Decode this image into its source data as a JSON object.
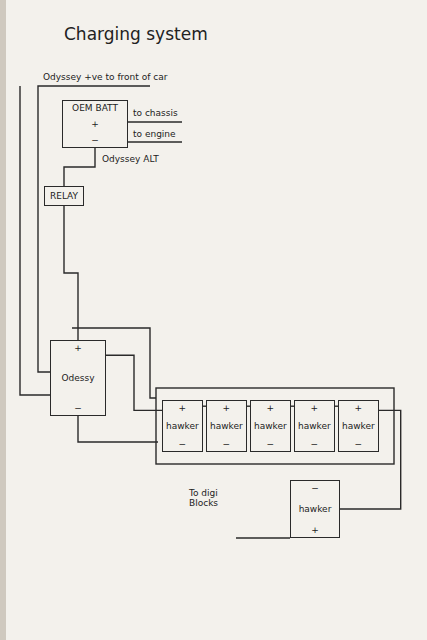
{
  "diagram": {
    "title": "Charging system",
    "nodes": [
      {
        "text": [
          "OEM BATT",
          "+",
          "−"
        ]
      },
      {
        "text": [
          "RELAY"
        ]
      },
      {
        "text": [
          "+",
          "Odessy",
          "−"
        ]
      },
      {
        "text": [
          "+",
          "hawker",
          "−"
        ]
      },
      {
        "text": [
          "+",
          "hawker",
          "−"
        ]
      },
      {
        "text": [
          "+",
          "hawker",
          "−"
        ]
      },
      {
        "text": [
          "+",
          "hawker",
          "−"
        ]
      },
      {
        "text": [
          "+",
          "hawker",
          "−"
        ]
      },
      {
        "text": [
          "−",
          "hawker",
          "+"
        ]
      }
    ],
    "edges": [
      {
        "from": 0,
        "to": 1,
        "arrow": "none",
        "label": "Odyssey ALT"
      },
      {
        "from": 1,
        "to": 2,
        "arrow": "none"
      },
      {
        "from": 2,
        "to": 3,
        "arrow": "none"
      },
      {
        "from": 3,
        "to": 4,
        "arrow": "none"
      },
      {
        "from": 4,
        "to": 5,
        "arrow": "none"
      },
      {
        "from": 5,
        "to": 6,
        "arrow": "none"
      },
      {
        "from": 6,
        "to": 7,
        "arrow": "none"
      },
      {
        "from": 7,
        "to": 8,
        "arrow": "none"
      }
    ],
    "labels": [
      "Odyssey +ve to front of car",
      "to chassis",
      "to engine",
      "To digi Blocks"
    ]
  }
}
